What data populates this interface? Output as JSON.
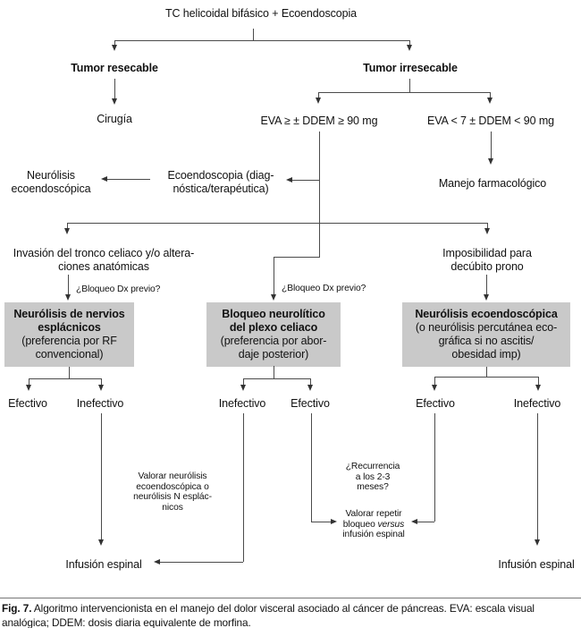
{
  "colors": {
    "box_fill": "#c9c9c9",
    "line": "#4b4b4b",
    "text": "#111111"
  },
  "nodes": {
    "root": "TC helicoidal bifásico + Ecoendoscopia",
    "tumor_resecable": "Tumor resecable",
    "cirugia": "Cirugía",
    "tumor_irresecable": "Tumor irresecable",
    "eva_alta": "EVA ≥ ± DDEM ≥ 90 mg",
    "eva_baja": "EVA < 7 ± DDEM < 90 mg",
    "manejo_farmacologico": "Manejo farmacológico",
    "ecoendoscopia": {
      "line1": "Ecoendoscopia (diag-",
      "line2": "nóstica/terapéutica)"
    },
    "neurolisis_eco": {
      "line1": "Neurólisis",
      "line2": "ecoendoscópica"
    },
    "invasion": {
      "line1": "Invasión del tronco celiaco y/o altera-",
      "line2": "ciones anatómicas"
    },
    "imposibilidad": {
      "line1": "Imposibilidad para",
      "line2": "decúbito prono"
    },
    "bloqueo_dx_1": "¿Bloqueo Dx previo?",
    "bloqueo_dx_2": "¿Bloqueo Dx previo?"
  },
  "boxes": {
    "esplacnicos": {
      "line1": "Neurólisis de nervios",
      "line2": "esplácnicos",
      "line3": "(preferencia por RF",
      "line4": "convencional)"
    },
    "plexo": {
      "line1": "Bloqueo neurolítico",
      "line2": "del plexo celiaco",
      "line3": "(preferencia por abor-",
      "line4": "daje posterior)"
    },
    "eco": {
      "line1": "Neurólisis ecoendoscópica",
      "line2": "(o neurólisis percutánea eco-",
      "line3": "gráfica si no ascitis/",
      "line4": "obesidad imp)"
    }
  },
  "outcomes": {
    "b1_left": "Efectivo",
    "b1_right": "Inefectivo",
    "b2_left": "Inefectivo",
    "b2_right": "Efectivo",
    "b3_left": "Efectivo",
    "b3_right": "Inefectivo"
  },
  "notes": {
    "valorar_neurolisis": {
      "line1": "Valorar neurólisis",
      "line2": "ecoendoscópica o",
      "line3": "neurólisis N esplác-",
      "line4": "nicos"
    },
    "recurrencia": {
      "line1": "¿Recurrencia",
      "line2": "a los 2-3",
      "line3": "meses?"
    },
    "valorar_repetir": {
      "line1": "Valorar repetir",
      "line2_pre": "bloqueo ",
      "line2_italic": "versus",
      "line3": "infusión espinal"
    }
  },
  "terminals": {
    "infusion_left": "Infusión espinal",
    "infusion_right": "Infusión espinal"
  },
  "caption": {
    "prefix": "Fig. 7.",
    "text": " Algoritmo intervencionista en el manejo del dolor visceral asociado al cáncer de páncreas. EVA: escala visual analógica; DDEM: dosis diaria equivalente de morfina."
  }
}
